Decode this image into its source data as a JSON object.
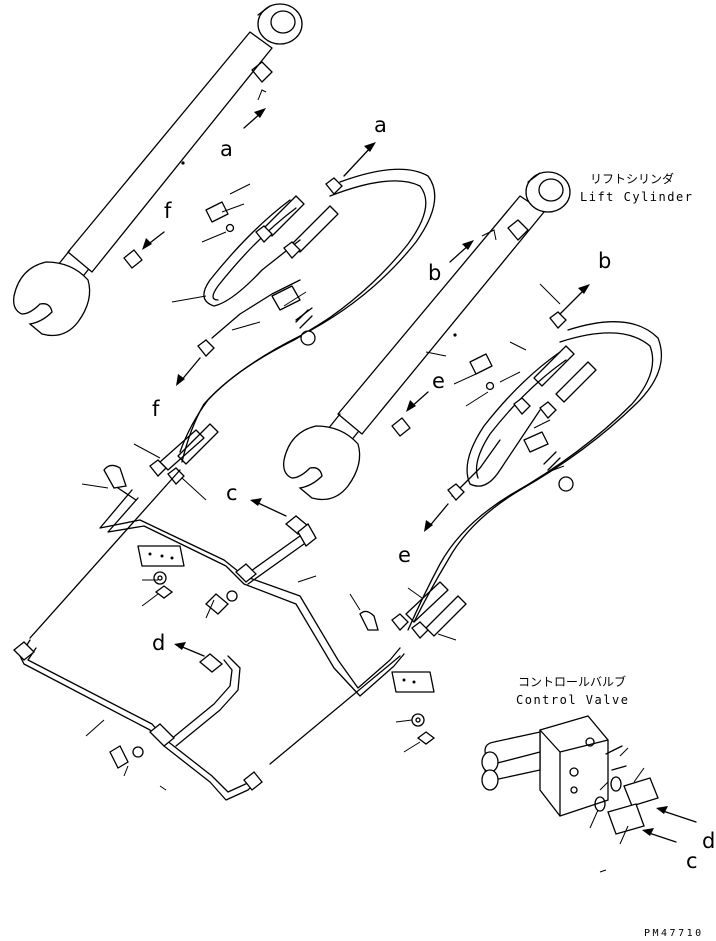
{
  "labels": {
    "a": "a",
    "b": "b",
    "c": "c",
    "d": "d",
    "e": "e",
    "f": "f"
  },
  "captions": {
    "lift_cylinder_jp": "リフトシリンダ",
    "lift_cylinder_en": "Lift Cylinder",
    "control_valve_jp": "コントロールバルブ",
    "control_valve_en": "Control Valve"
  },
  "drawing_code": "PM47710"
}
